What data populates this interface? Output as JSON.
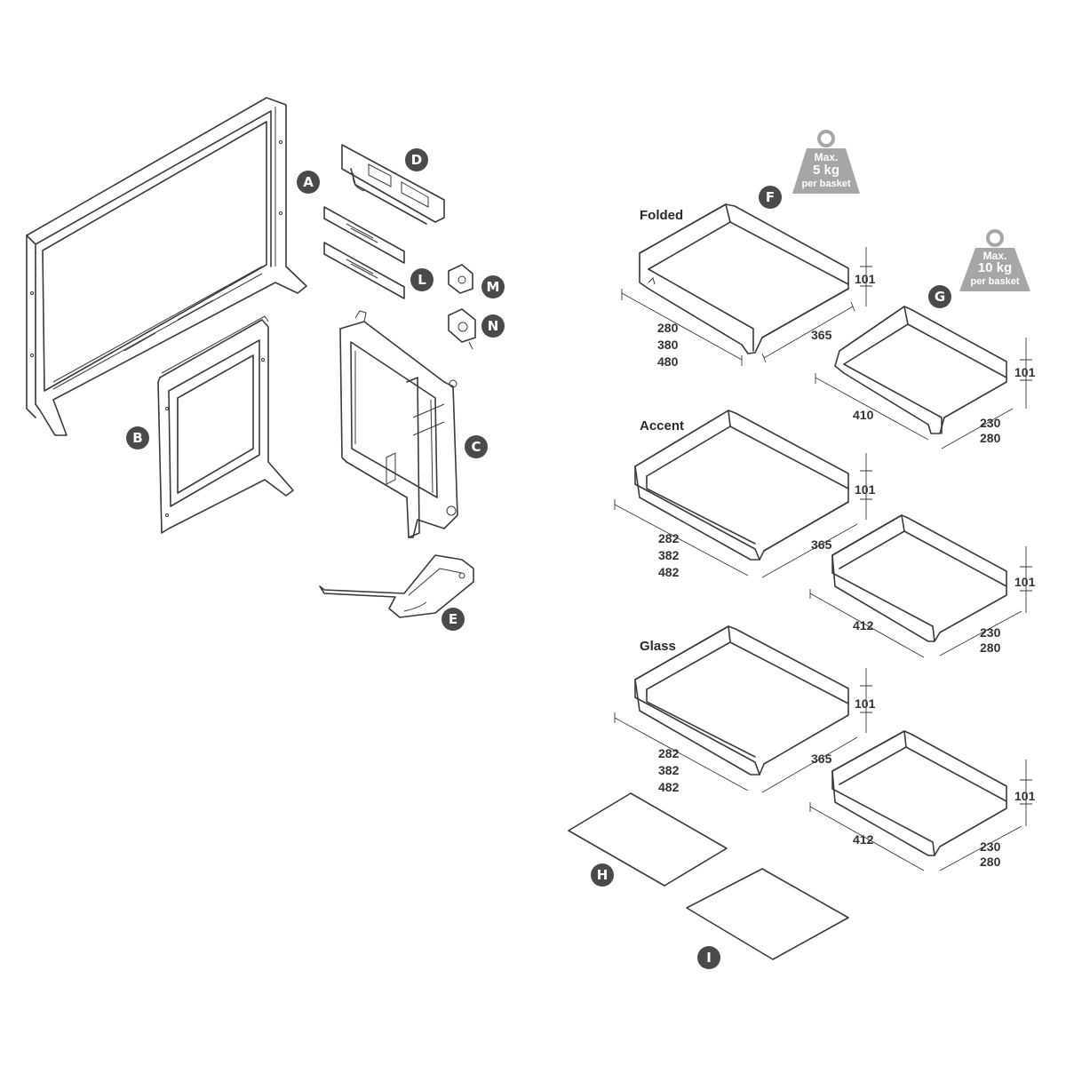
{
  "parts": {
    "A": "A",
    "B": "B",
    "C": "C",
    "D": "D",
    "E": "E",
    "L": "L",
    "M": "M",
    "N": "N",
    "F": "F",
    "G": "G",
    "H": "H",
    "I": "I"
  },
  "weights": {
    "f": {
      "line1": "Max.",
      "line2": "5 kg",
      "line3": "per basket"
    },
    "g": {
      "line1": "Max.",
      "line2": "10 kg",
      "line3": "per basket"
    }
  },
  "sections": {
    "folded": {
      "title": "Folded",
      "large": {
        "height": "101",
        "depth": "365",
        "widths": [
          "280",
          "380",
          "480"
        ]
      },
      "small": {
        "height": "101",
        "width": "410",
        "depths": [
          "230",
          "280"
        ]
      }
    },
    "accent": {
      "title": "Accent",
      "large": {
        "height": "101",
        "depth": "365",
        "widths": [
          "282",
          "382",
          "482"
        ]
      },
      "small": {
        "height": "101",
        "width": "412",
        "depths": [
          "230",
          "280"
        ]
      }
    },
    "glass": {
      "title": "Glass",
      "large": {
        "height": "101",
        "depth": "365",
        "widths": [
          "282",
          "382",
          "482"
        ]
      },
      "small": {
        "height": "101",
        "width": "412",
        "depths": [
          "230",
          "280"
        ]
      }
    }
  },
  "colors": {
    "badge": "#4a4a4a",
    "weight": "#a6a6a6",
    "line": "#3a3a3a"
  }
}
